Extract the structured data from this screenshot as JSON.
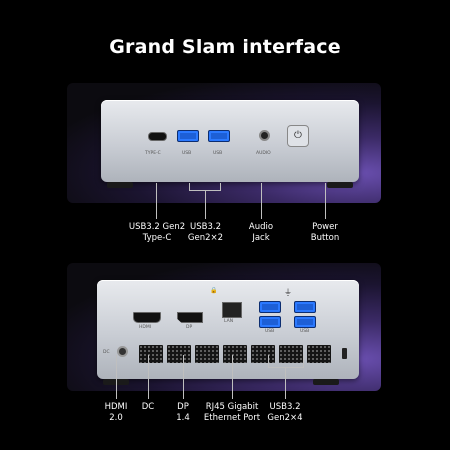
{
  "title": "Grand Slam interface",
  "top_panel": {
    "port_labels": {
      "typec": "TYPE-C",
      "usb1": "USB",
      "usb2": "USB",
      "audio": "AUDIO"
    },
    "power_symbol": "⏻",
    "captions": {
      "c1_line1": "USB3.2 Gen2",
      "c1_line2": "Type-C",
      "c2_line1": "USB3.2",
      "c2_line2": "Gen2×2",
      "c3_line1": "Audio",
      "c3_line2": "Jack",
      "c4_line1": "Power",
      "c4_line2": "Button"
    }
  },
  "bottom_panel": {
    "port_labels": {
      "hdmi": "HDMI",
      "dp": "DP",
      "lan": "LAN",
      "usb1": "USB",
      "usb2": "USB",
      "dc": "DC"
    },
    "top_icons": {
      "lock_symbol": "🔒",
      "ground_symbol": "⏚"
    },
    "captions": {
      "c1_line1": "HDMI",
      "c1_line2": "2.0",
      "c2_line1": "DC",
      "c3_line1": "DP",
      "c3_line2": "1.4",
      "c4_line1": "RJ45 Gigabit",
      "c4_line2": "Ethernet Port",
      "c5_line1": "USB3.2",
      "c5_line2": "Gen2×4"
    }
  },
  "colors": {
    "background": "#000000",
    "usb_blue": "#1d5fd6",
    "panel_glow": "#6a4fb0"
  }
}
